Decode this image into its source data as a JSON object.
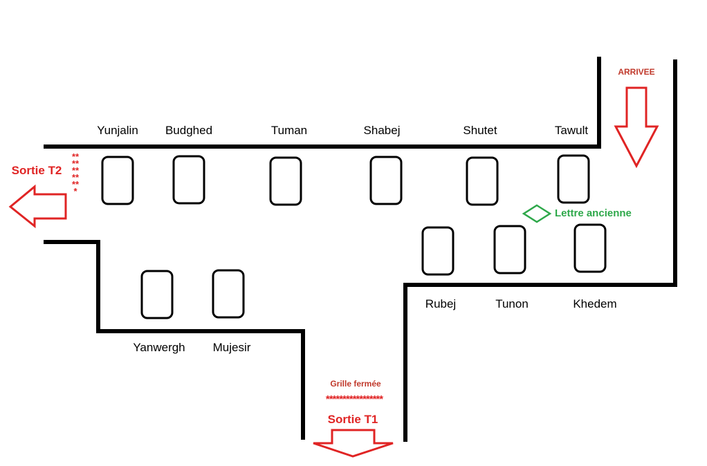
{
  "colors": {
    "walls": "#000000",
    "exit": "#e02424",
    "clue": "#2ea84a"
  },
  "arrival": {
    "label": "ARRIVEE"
  },
  "exits": {
    "t2": {
      "label": "Sortie T2"
    },
    "t1": {
      "label": "Sortie T1"
    }
  },
  "gate": {
    "label": "Grille fermée",
    "stars": "*****************"
  },
  "side_stars": "***********",
  "clue": {
    "label": "Lettre ancienne",
    "icon": "diamond-icon"
  },
  "rooms": {
    "top": [
      "Yunjalin",
      "Budghed",
      "Tuman",
      "Shabej",
      "Shutet",
      "Tawult"
    ],
    "right": [
      "Rubej",
      "Tunon",
      "Khedem"
    ],
    "left": [
      "Yanwergh",
      "Mujesir"
    ]
  }
}
